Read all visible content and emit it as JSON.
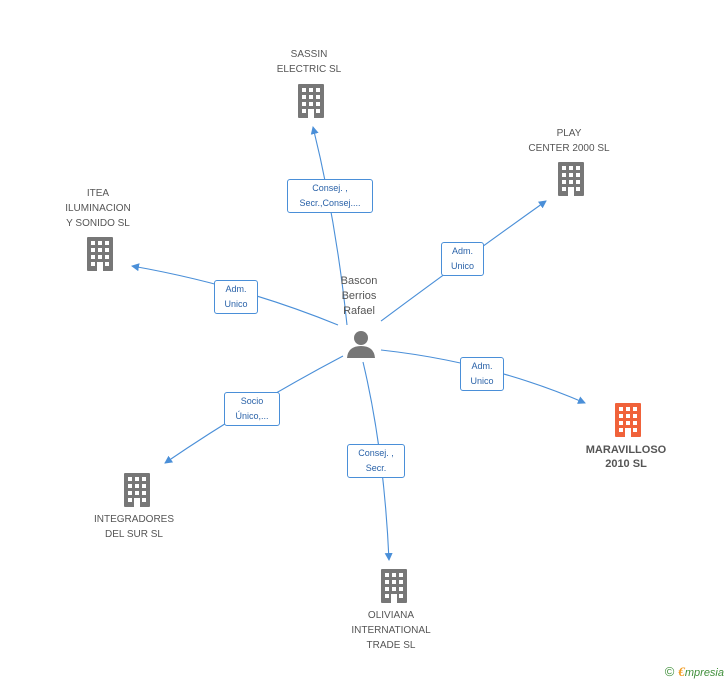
{
  "center": {
    "name_lines": [
      "Bascon",
      "Berrios",
      "Rafael"
    ],
    "icon": "person-icon"
  },
  "companies": [
    {
      "id": "sassin",
      "lines": [
        "SASSIN",
        "ELECTRIC SL"
      ],
      "highlight": false
    },
    {
      "id": "play",
      "lines": [
        "PLAY",
        "CENTER 2000 SL"
      ],
      "highlight": false
    },
    {
      "id": "itea",
      "lines": [
        "ITEA",
        "ILUMINACION",
        "Y SONIDO SL"
      ],
      "highlight": false
    },
    {
      "id": "maravilloso",
      "lines": [
        "MARAVILLOSO",
        "2010 SL"
      ],
      "highlight": true
    },
    {
      "id": "integradores",
      "lines": [
        "INTEGRADORES",
        "DEL SUR SL"
      ],
      "highlight": false
    },
    {
      "id": "oliviana",
      "lines": [
        "OLIVIANA",
        "INTERNATIONAL",
        "TRADE SL"
      ],
      "highlight": false
    }
  ],
  "relations": [
    {
      "target": "sassin",
      "lines": [
        "Consej. ,",
        "Secr.,Consej...."
      ]
    },
    {
      "target": "play",
      "lines": [
        "Adm.",
        "Unico"
      ]
    },
    {
      "target": "itea",
      "lines": [
        "Adm.",
        "Unico"
      ]
    },
    {
      "target": "maravilloso",
      "lines": [
        "Adm.",
        "Unico"
      ]
    },
    {
      "target": "integradores",
      "lines": [
        "Socio",
        "Único,..."
      ]
    },
    {
      "target": "oliviana",
      "lines": [
        "Consej. ,",
        "Secr."
      ]
    }
  ],
  "colors": {
    "edge": "#4a8fd8",
    "building_default": "#777777",
    "building_highlight": "#f0623a"
  },
  "footer": {
    "copyright_symbol": "©",
    "brand_initial": "€",
    "brand_rest": "mpresia"
  }
}
